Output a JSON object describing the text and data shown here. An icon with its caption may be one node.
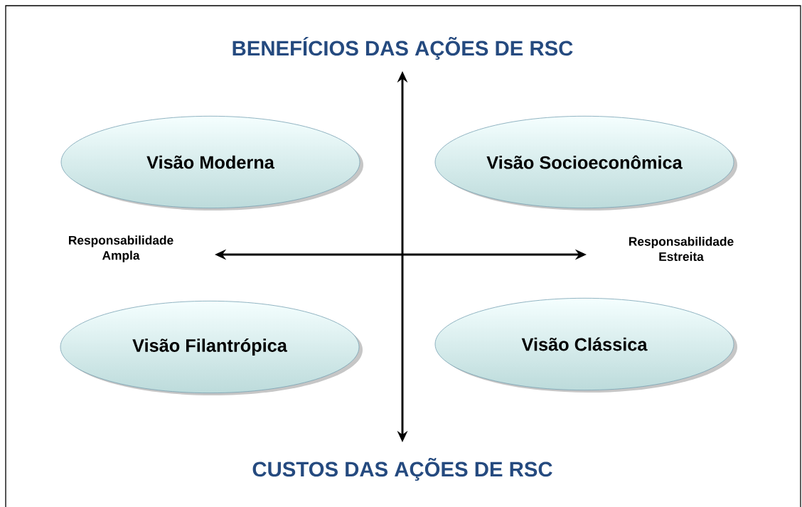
{
  "diagram": {
    "nodes": [
      {
        "text": [
          "Visão Moderna"
        ]
      },
      {
        "text": [
          "Visão Socioeconômica"
        ]
      },
      {
        "text": [
          "Visão Filantrópica"
        ]
      },
      {
        "text": [
          "Visão Clássica"
        ]
      }
    ],
    "labels": [
      "BENEFÍCIOS DAS AÇÕES DE RSC",
      "Responsabilidade Ampla",
      "Responsabilidade Estreita",
      "CUSTOS DAS AÇÕES DE RSC"
    ]
  }
}
